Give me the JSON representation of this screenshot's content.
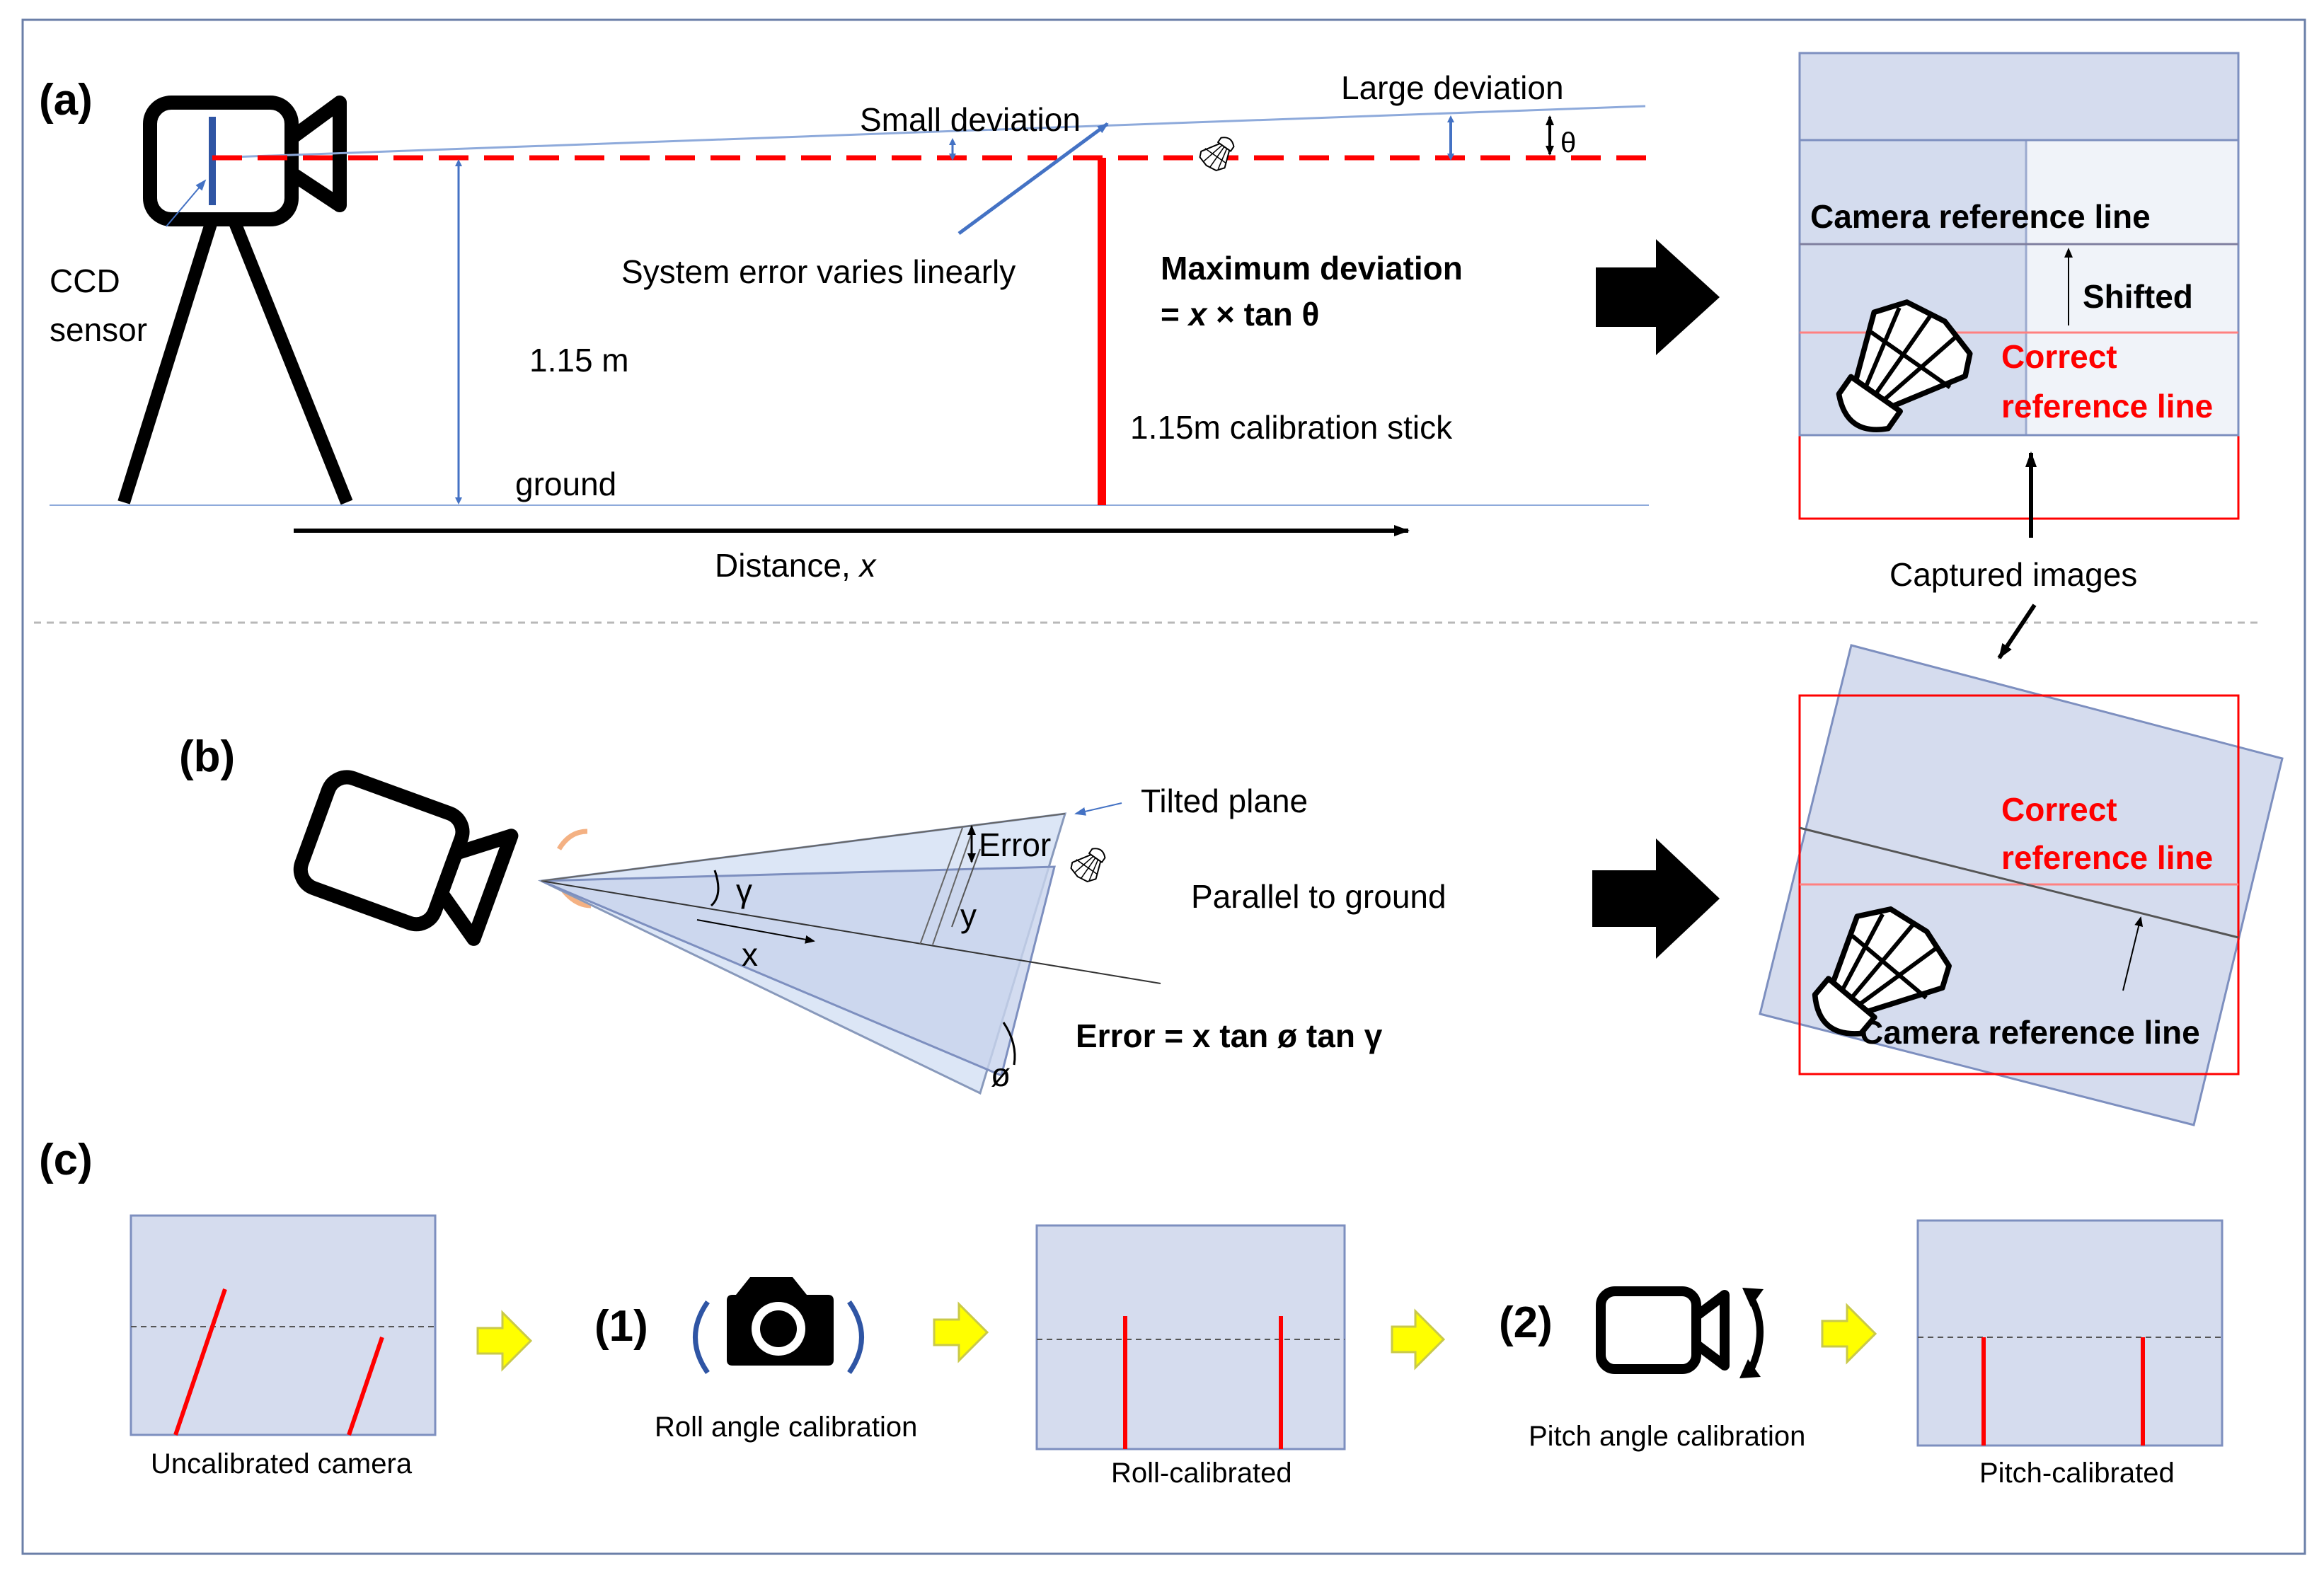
{
  "colors": {
    "border": "#6b7fa8",
    "divider": "#b8b8b8",
    "red": "#ff0000",
    "line_blue": "#4472c4",
    "panel_fill": "#d5dcee",
    "panel_stroke": "#7d8fbf",
    "arrow_yellow": "#ffff00",
    "arrow_yellow_stroke": "#c9c94a",
    "black": "#000000"
  },
  "panel_a": {
    "label": "(a)",
    "ccd_line1": "CCD",
    "ccd_line2": "sensor",
    "small_deviation": "Small deviation",
    "large_deviation": "Large deviation",
    "theta": "θ",
    "system_error": "System error varies linearly",
    "max_dev_line1": "Maximum deviation",
    "max_dev_line2_prefix": "= ",
    "max_dev_line2_x": "x",
    "max_dev_line2_suffix": " × tan θ",
    "height": "1.15 m",
    "ground": "ground",
    "stick": "1.15m calibration stick",
    "distance": "Distance, ",
    "distance_var": "x",
    "cam_ref": "Camera reference line",
    "shifted": "Shifted",
    "correct_line1": "Correct",
    "correct_line2": "reference line"
  },
  "captured_images": "Captured images",
  "panel_b": {
    "label": "(b)",
    "tilted_plane": "Tilted plane",
    "error": "Error",
    "gamma": "γ",
    "y_axis": "y",
    "x_axis": "x",
    "phi": "ø",
    "parallel": "Parallel to ground",
    "formula": "Error = x tan ø tan γ",
    "correct_line1": "Correct",
    "correct_line2": "reference line",
    "cam_ref": "Camera reference line"
  },
  "panel_c": {
    "label": "(c)",
    "uncalibrated": "Uncalibrated camera",
    "step1": "(1)",
    "roll": "Roll angle calibration",
    "roll_calibrated": "Roll-calibrated",
    "step2": "(2)",
    "pitch": "Pitch angle calibration",
    "pitch_calibrated": "Pitch-calibrated"
  }
}
